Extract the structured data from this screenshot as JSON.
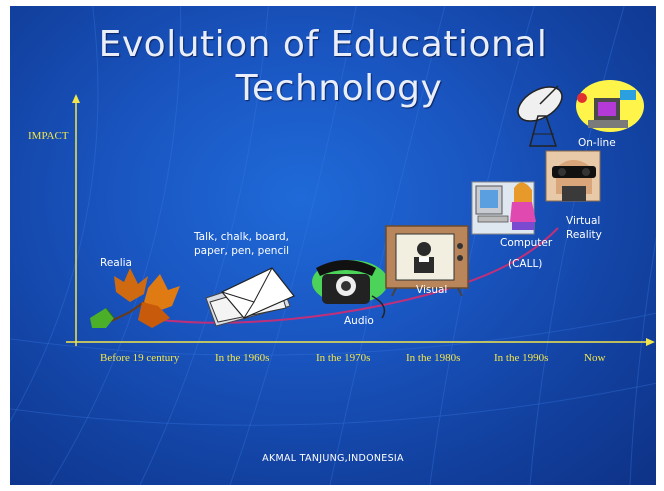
{
  "slide": {
    "title_line1": "Evolution of Educational",
    "title_line2": "Technology",
    "y_axis_label": "IMPACT",
    "x_ticks": [
      "Before 19 century",
      "In the 1960s",
      "In the 1970s",
      "In the 1980s",
      "In the 1990s",
      "Now"
    ],
    "items": {
      "realia": "Realia",
      "talk_line1": "Talk, chalk, board,",
      "talk_line2": "paper, pen, pencil",
      "audio": "Audio",
      "visual": "Visual",
      "computer": "Computer",
      "call": "(CALL)",
      "vr_line1": "Virtual",
      "vr_line2": "Reality",
      "online": "On-line"
    },
    "credit": "AKMAL TANJUNG,INDONESIA"
  },
  "colors": {
    "background": "#1a56c2",
    "axis": "#f3e64a",
    "curve": "#c0307a",
    "title": "#e9eef8"
  },
  "icons": [
    "autumn-leaves-icon",
    "envelope-papers-icon",
    "telephone-icon",
    "television-icon",
    "computer-user-icon",
    "vr-headset-person-icon",
    "satellite-dish-icon",
    "online-globe-icon"
  ]
}
